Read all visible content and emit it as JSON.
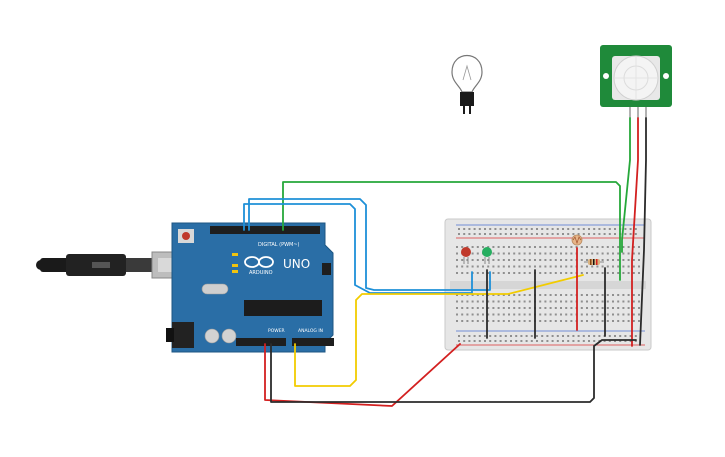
{
  "canvas": {
    "background": "#ffffff"
  },
  "arduino": {
    "logo_text": "ARDUINO",
    "model": "UNO",
    "digital_label": "DIGITAL (PWM~)",
    "power_label": "POWER",
    "analog_label": "ANALOG IN",
    "board_color": "#2a6ea6"
  },
  "pir_sensor": {
    "color": "#1f8a3a"
  },
  "wires": {
    "green": "#26a83a",
    "blue": "#1e90d8",
    "yellow": "#f2cc00",
    "red": "#d32020",
    "black": "#2b2b2b"
  },
  "leds": {
    "red": "#c0392b",
    "green": "#27ae60"
  },
  "icons": [
    "usb-cable-icon",
    "light-bulb-icon",
    "photoresistor-icon",
    "resistor-icon"
  ]
}
